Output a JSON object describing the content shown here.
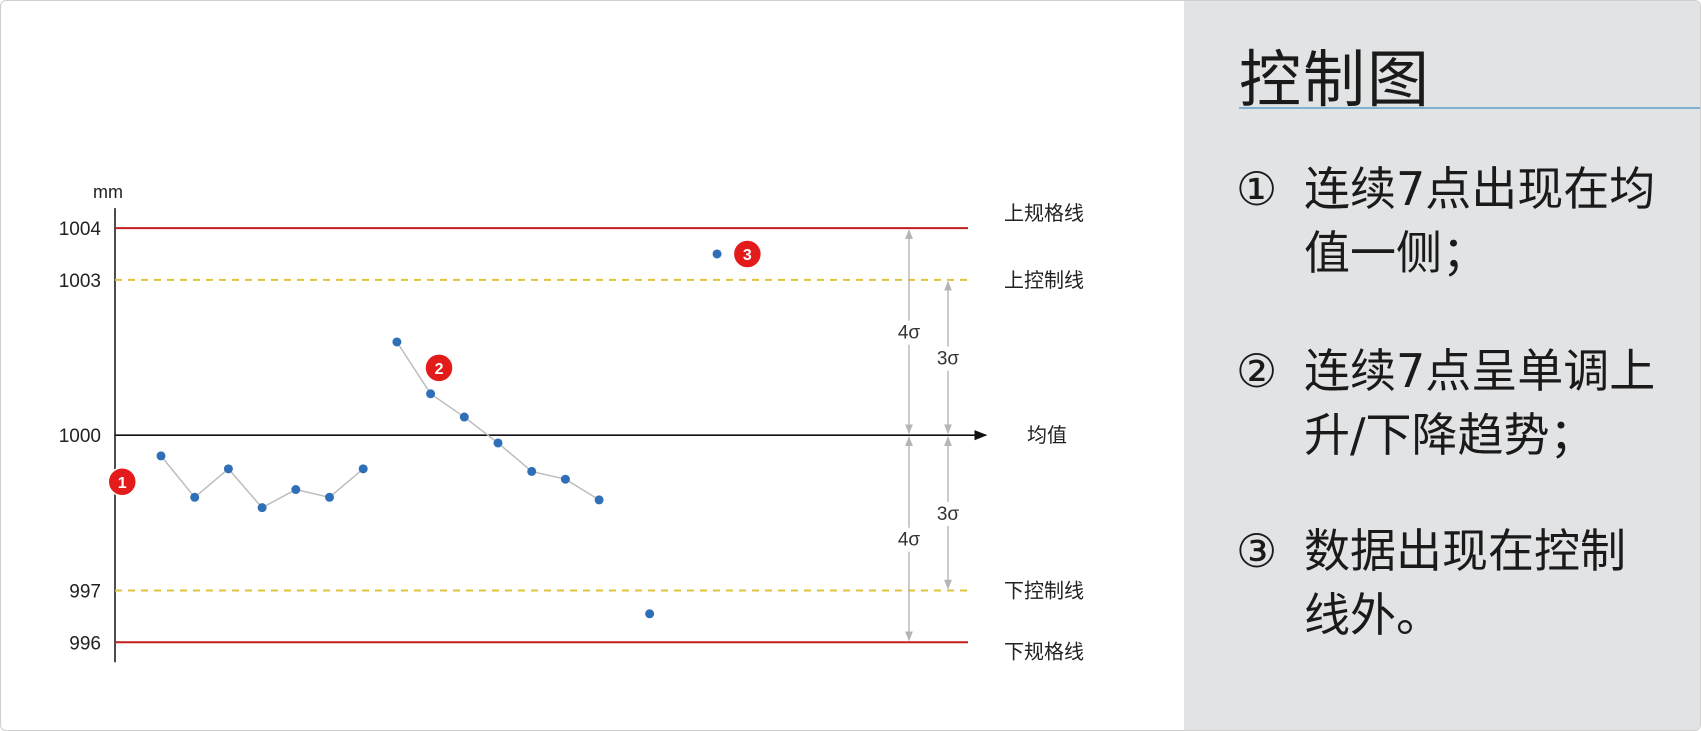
{
  "chart_data": {
    "type": "scatter",
    "unit_label": "mm",
    "y_ticks": [
      1004,
      1003,
      1000,
      997,
      996
    ],
    "ylim": [
      995.6,
      1004.6
    ],
    "reference_lines": [
      {
        "name": "上规格线",
        "value": 1004,
        "style": "solid",
        "color": "#c21f1f"
      },
      {
        "name": "上控制线",
        "value": 1003,
        "style": "dashed",
        "color": "#e0c23c"
      },
      {
        "name": "均值",
        "value": 1000,
        "style": "arrow",
        "color": "#111111"
      },
      {
        "name": "下控制线",
        "value": 997,
        "style": "dashed",
        "color": "#e0c23c"
      },
      {
        "name": "下规格线",
        "value": 996,
        "style": "solid",
        "color": "#c21f1f"
      }
    ],
    "sigma_labels": {
      "upper_spec": "4σ",
      "upper_control": "3σ",
      "lower_spec": "4σ",
      "lower_control": "3σ"
    },
    "series": [
      {
        "x": [
          1,
          2,
          3,
          4,
          5,
          6,
          7
        ],
        "values": [
          999.6,
          998.8,
          999.35,
          998.6,
          998.95,
          998.8,
          999.35
        ],
        "connected": true
      },
      {
        "x": [
          8,
          9,
          10,
          11,
          12,
          13,
          14
        ],
        "values": [
          1001.8,
          1000.8,
          1000.35,
          999.85,
          999.3,
          999.15,
          998.75
        ],
        "connected": true
      },
      {
        "x": [
          15.5
        ],
        "values": [
          996.55
        ],
        "connected": false
      },
      {
        "x": [
          17.5
        ],
        "values": [
          1003.5
        ],
        "connected": false
      }
    ],
    "point_x_positions": [
      1,
      2,
      3,
      4,
      5,
      6,
      7,
      8,
      9,
      10,
      11,
      12,
      13,
      14,
      15.5,
      17.5
    ],
    "markers": [
      {
        "label": "1",
        "x": -0.15,
        "y": 999.1
      },
      {
        "label": "2",
        "x": 9.25,
        "y": 1001.3
      },
      {
        "label": "3",
        "x": 18.4,
        "y": 1003.5
      }
    ],
    "point_color": "#2f6fb8",
    "line_color": "#bdbdbd",
    "marker_color": "#e31b1b"
  },
  "panel": {
    "title": "控制图",
    "rules": [
      {
        "num": "①",
        "line1": "连续7点出现在均",
        "line2": "值一侧；"
      },
      {
        "num": "②",
        "line1": "连续7点呈单调上",
        "line2": "升/下降趋势；"
      },
      {
        "num": "③",
        "line1": "数据出现在控制",
        "line2": "线外。"
      }
    ]
  }
}
